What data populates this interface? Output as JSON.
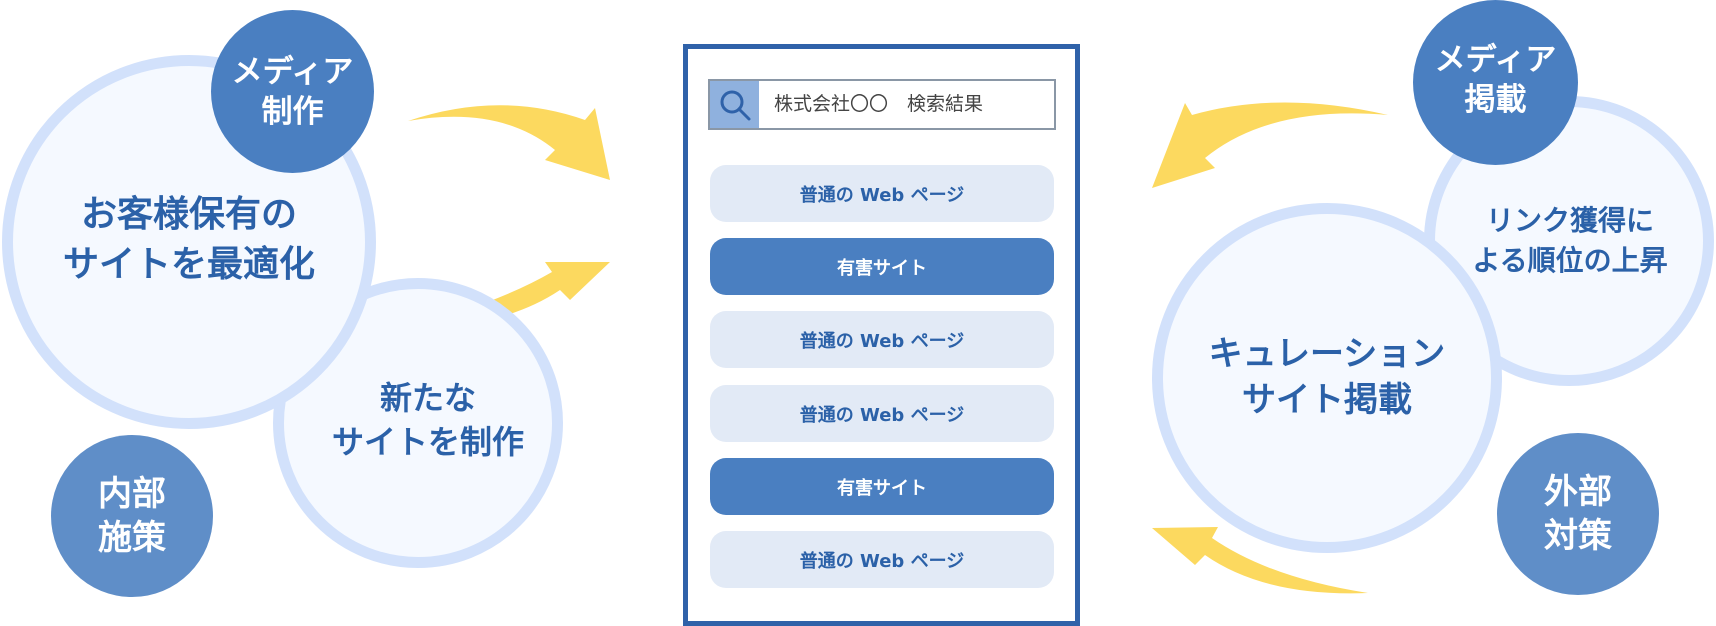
{
  "left": {
    "main_circle": "お客様保有の\nサイトを最適化",
    "new_site_circle": "新たな\nサイトを制作",
    "media_circle": "メディア\n制作",
    "internal_circle": "内部\n施策"
  },
  "search": {
    "query": "株式会社〇〇　検索結果",
    "results": [
      {
        "label": "普通の Web ページ",
        "kind": "normal"
      },
      {
        "label": "有害サイト",
        "kind": "harmful"
      },
      {
        "label": "普通の Web ページ",
        "kind": "normal"
      },
      {
        "label": "普通の Web ページ",
        "kind": "normal"
      },
      {
        "label": "有害サイト",
        "kind": "harmful"
      },
      {
        "label": "普通の Web ページ",
        "kind": "normal"
      }
    ]
  },
  "right": {
    "curation_circle": "キュレーション\nサイト掲載",
    "link_circle": "リンク獲得に\nよる順位の上昇",
    "media_circle": "メディア\n掲載",
    "external_circle": "外部\n対策"
  },
  "colors": {
    "arrow": "#fcd95f",
    "solid_circle": "#4a7fc1",
    "ring_border": "#d2e1fb",
    "text_blue": "#2b61a8"
  }
}
